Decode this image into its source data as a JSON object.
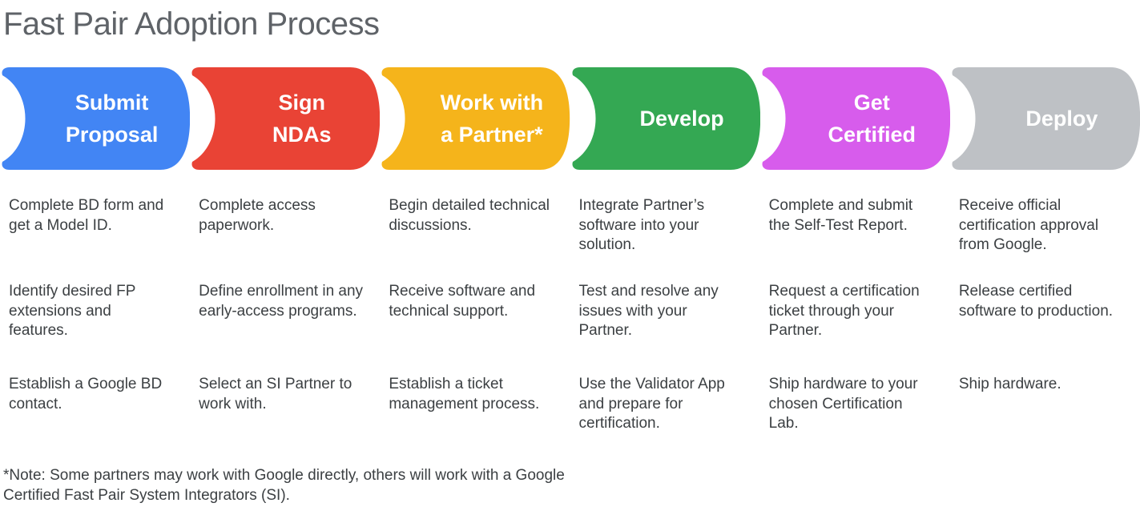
{
  "title": "Fast Pair Adoption Process",
  "footnote": "*Note: Some partners may work with Google directly, others will work with a Google Certified Fast Pair System Integrators (SI).",
  "colors": {
    "blue": "#4285F4",
    "red": "#E94335",
    "yellow": "#F5B41B",
    "green": "#34A853",
    "magenta": "#D75CEC",
    "gray": "#BEC1C5",
    "label_text": "#FFFFFF",
    "body_text": "#3C4043",
    "title_text": "#5F6368"
  },
  "stages": [
    {
      "label": "Submit Proposal",
      "color": "#4285F4",
      "steps": [
        "Complete BD form and get a Model ID.",
        "Identify desired FP extensions and features.",
        "Establish a Google BD contact."
      ]
    },
    {
      "label": "Sign NDAs",
      "color": "#E94335",
      "steps": [
        "Complete access paperwork.",
        "Define enrollment in any early-access programs.",
        "Select an SI Partner to work with."
      ]
    },
    {
      "label": "Work with a Partner*",
      "color": "#F5B41B",
      "steps": [
        "Begin detailed technical discussions.",
        "Receive software and technical support.",
        "Establish a ticket management process."
      ]
    },
    {
      "label": "Develop",
      "color": "#34A853",
      "steps": [
        "Integrate Partner’s software into your solution.",
        "Test and resolve any issues with your Partner.",
        "Use the Validator App and prepare for certification."
      ]
    },
    {
      "label": "Get Certified",
      "color": "#D75CEC",
      "steps": [
        "Complete and submit the Self-Test Report.",
        "Request a certification ticket through your Partner.",
        "Ship hardware to your chosen Certification Lab."
      ]
    },
    {
      "label": "Deploy",
      "color": "#BEC1C5",
      "steps": [
        "Receive official certification approval from Google.",
        "Release certified software to production.",
        "Ship hardware."
      ]
    }
  ]
}
